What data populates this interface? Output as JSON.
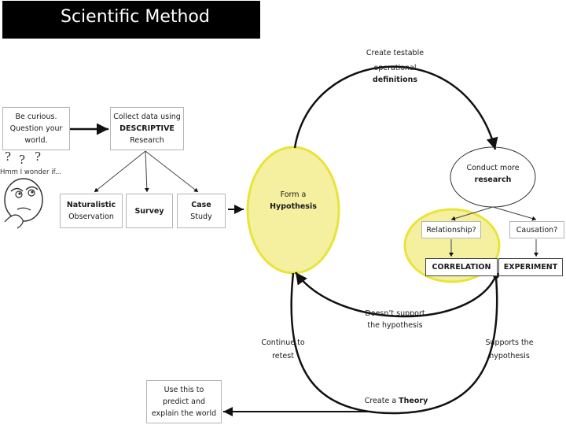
{
  "title": "Scientific Method",
  "nodes": {
    "be_curious": {
      "lines": [
        "Be curious.",
        "Question your",
        "world."
      ]
    },
    "collect_data": {
      "line1": "Collect data using",
      "line2": "DESCRIPTIVE",
      "line3": "Research"
    },
    "naturalistic": {
      "line1": "Naturalistic",
      "line2": "Observation"
    },
    "survey": {
      "label": "Survey"
    },
    "case_study": {
      "line1": "Case",
      "line2": "Study"
    },
    "hypothesis": {
      "line1": "Form a",
      "line2": "Hypothesis"
    },
    "create_testable": {
      "line1": "Create testable",
      "line2": "operational",
      "line3": "definitions"
    },
    "conduct_research": {
      "line1": "Conduct more",
      "line2": "research"
    },
    "relationship": {
      "label": "Relationship?"
    },
    "causation": {
      "label": "Causation?"
    },
    "correlation": {
      "label": "CORRELATION"
    },
    "experiment": {
      "label": "EXPERIMENT"
    },
    "doesnt_support": {
      "line1": "Doesn’t support",
      "line2": "the hypothesis"
    },
    "continue_retest": {
      "line1": "Continue to",
      "line2": "retest"
    },
    "supports": {
      "line1": "Supports the",
      "line2": "hypothesis"
    },
    "use_this": {
      "lines": [
        "Use this to",
        "predict and",
        "explain the world"
      ]
    },
    "create_theory": {
      "prefix": "Create a ",
      "bold": "Theory"
    }
  },
  "thought_bubble": {
    "question_marks": [
      "?",
      "?",
      "?"
    ],
    "text": "Hmm I wonder if..."
  },
  "colors": {
    "highlight_fill": "#f4f0a0",
    "highlight_stroke": "#e8e43a",
    "arrow": "#111111",
    "box_border": "#b5b5b5"
  }
}
